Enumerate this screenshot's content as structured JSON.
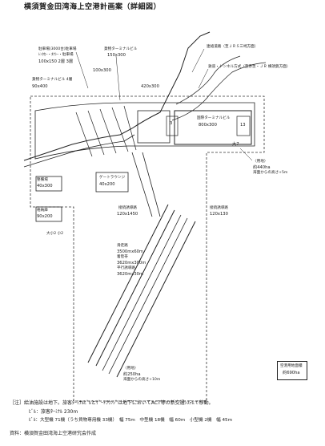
{
  "title": "横須賀金田湾海上空港計画案（詳細図）",
  "labels": {
    "parking_3000": "駐車場(3000台)駐車場",
    "bus_taxi": "ﾚﾝﾀｶｰ・ﾀｸｼｰ・駐車場",
    "dim_100x150": "100x150 2層 3層",
    "dim_150x300a": "150x300",
    "cargo": "貨物ターミナルビル",
    "dim_100x300": "100x300",
    "cargo_terminal": "貨物ターミナルビル 4層",
    "dim_90x400": "90x400",
    "terminal_420": "420x300",
    "connect_road": "連絡道路（至ＪＲＳ三崎方面）",
    "jr_line": "鉄道・トンネル方式（至京急・ＪＲ 横須賀方面）",
    "international_terminal": "国際ターミナルビル",
    "dim_800x300": "800x300",
    "num_13": "13",
    "num_3": "3",
    "apron_7": "大7",
    "fuel_note": "〈用地〉",
    "area_440": "約440ha",
    "elevation": "海面からの高さ+5m",
    "maintenance": "整備場",
    "dim_40x300": "40x300",
    "hangar": "格納庫",
    "dim_90x200": "90x200",
    "apron_small": "大小2 小2",
    "gate_lounge": "ゲートラウンジ",
    "dim_40x200": "40x200",
    "parallel_taxi": "接続誘導路",
    "dim_120x1450": "120x1450",
    "connect_taxi": "接続誘導路",
    "dim_120x130": "120x130",
    "runway": "滑走路",
    "runway_dim1": "3500mx60m",
    "runway_label2": "着陸帯",
    "runway_dim2": "3620mx300m",
    "taxiway": "平行誘導路",
    "runway_dim3": "3620mx30m",
    "land_label": "〈用地〉",
    "land_area": "約250ha",
    "land_elev": "海面からの高さ+10m",
    "total_label": "空港用地面積",
    "total_area": "約690ha"
  },
  "notes": [
    "［注］給油施設は地下。旅客ﾀｰﾐﾅﾙﾋﾞﾙとｹﾞｰﾄﾗｳﾝｼﾞは地下においてACT等の新交通ｼｽﾃﾑで移動。",
    "ﾋﾞﾙ：旅客ﾀｰﾐﾅﾙ 230m",
    "ﾋﾞﾙ：大型機 71機（うち貨物専用機 33機）　幅 75m　中型機 18機　幅 60m　小型機 2機　幅 45m",
    "資料：横須賀金田湾海上空港研究会作成"
  ]
}
